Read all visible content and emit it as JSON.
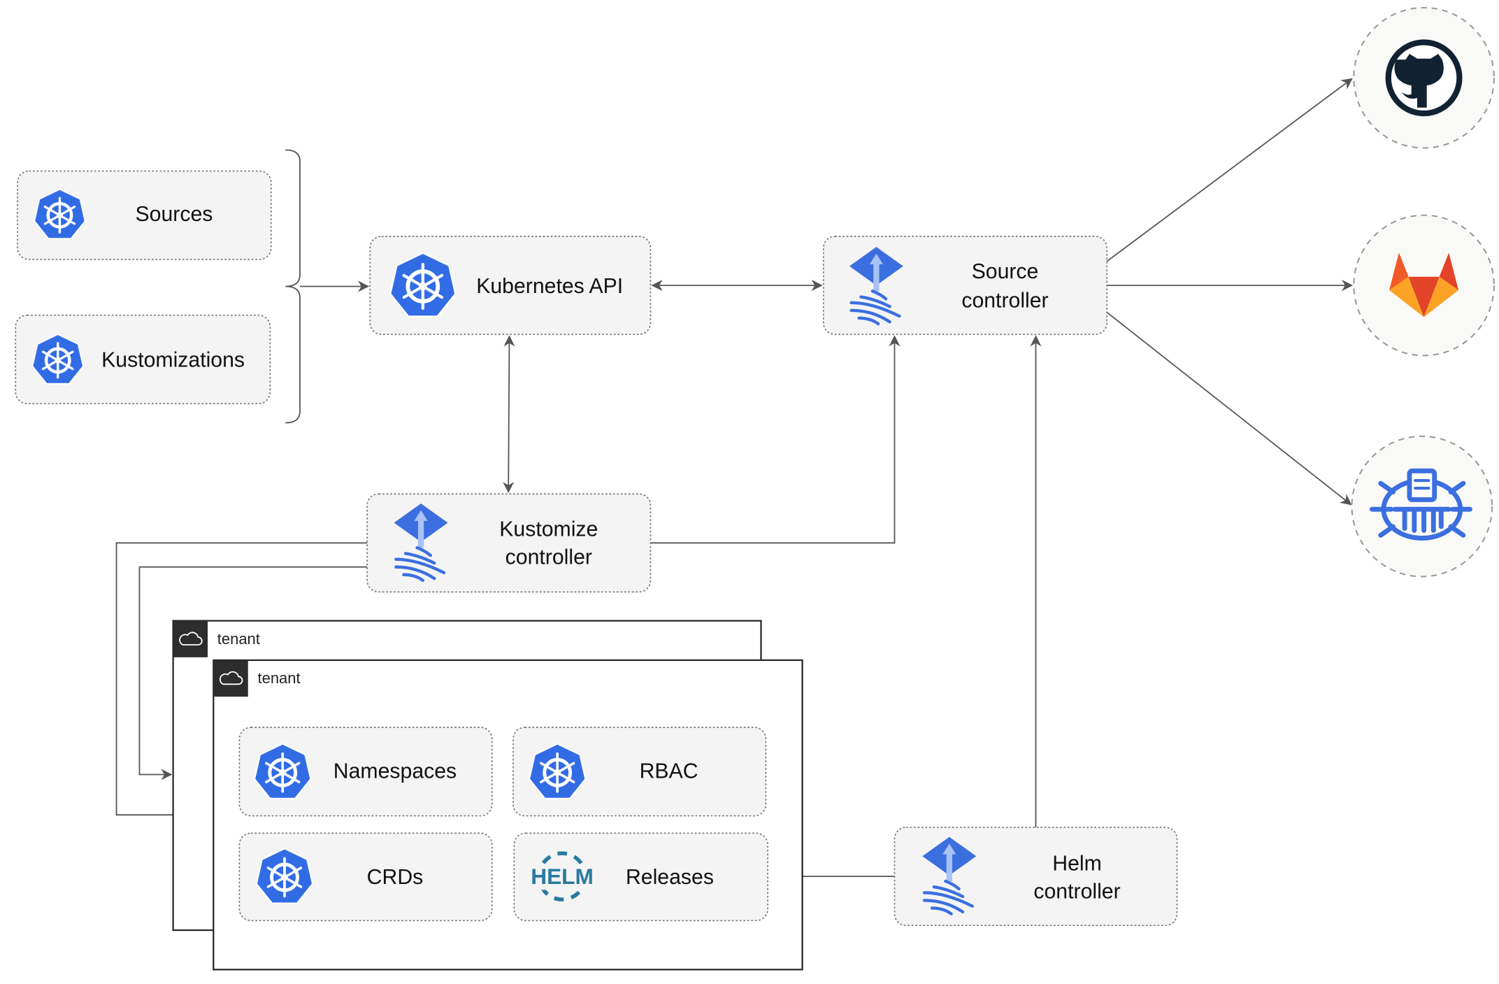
{
  "nodes": {
    "sources": "Sources",
    "kustomizations": "Kustomizations",
    "kubernetes_api": "Kubernetes API",
    "source_controller": [
      "Source",
      "controller"
    ],
    "kustomize_controller": [
      "Kustomize",
      "controller"
    ],
    "helm_controller": [
      "Helm",
      "controller"
    ],
    "namespaces": "Namespaces",
    "rbac": "RBAC",
    "crds": "CRDs",
    "releases": "Releases"
  },
  "tenants": [
    "tenant",
    "tenant"
  ],
  "helm_logo_text": "HELM",
  "external_sources": [
    "github-icon",
    "gitlab-icon",
    "bucket-icon"
  ],
  "colors": {
    "kubernetes_blue": "#326ce5",
    "flux_blue": "#3b6fe0",
    "helm_blue": "#277a9f",
    "github_dark": "#112233",
    "gitlab_orange": "#e24329",
    "gitlab_amber": "#fca326",
    "box_fill": "#f4f4f4",
    "edge": "#555555"
  }
}
